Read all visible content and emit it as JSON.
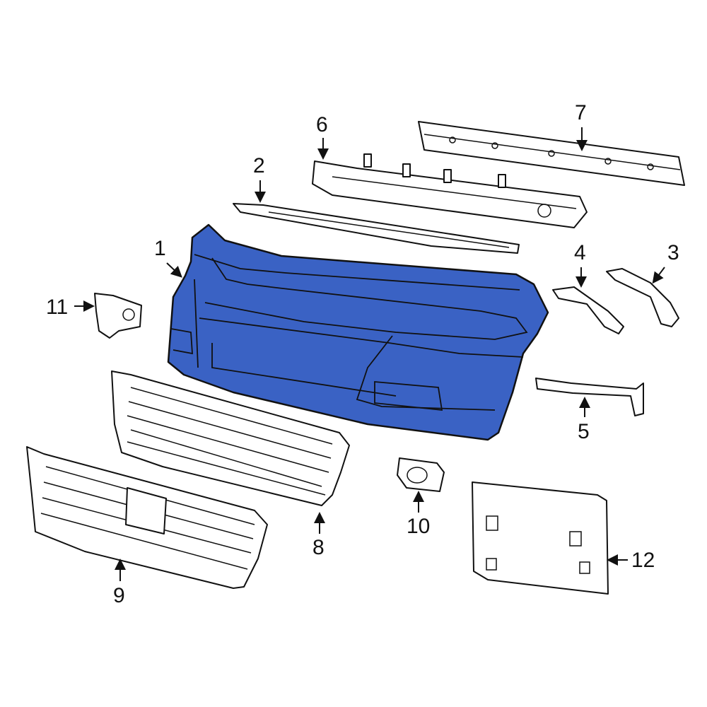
{
  "diagram": {
    "highlight_color": "#3a62c4",
    "callouts": [
      {
        "id": "1",
        "label": "1",
        "part": "bumper-cover",
        "highlighted": true
      },
      {
        "id": "2",
        "label": "2",
        "part": "upper-bracket"
      },
      {
        "id": "3",
        "label": "3",
        "part": "right-side-bracket"
      },
      {
        "id": "4",
        "label": "4",
        "part": "left-side-bracket"
      },
      {
        "id": "5",
        "label": "5",
        "part": "lower-support-bracket"
      },
      {
        "id": "6",
        "label": "6",
        "part": "energy-absorber"
      },
      {
        "id": "7",
        "label": "7",
        "part": "reinforcement-bar"
      },
      {
        "id": "8",
        "label": "8",
        "part": "upper-grille"
      },
      {
        "id": "9",
        "label": "9",
        "part": "lower-grille"
      },
      {
        "id": "10",
        "label": "10",
        "part": "fog-lamp-bezel"
      },
      {
        "id": "11",
        "label": "11",
        "part": "mounting-bracket"
      },
      {
        "id": "12",
        "label": "12",
        "part": "license-plate-bracket"
      }
    ]
  }
}
